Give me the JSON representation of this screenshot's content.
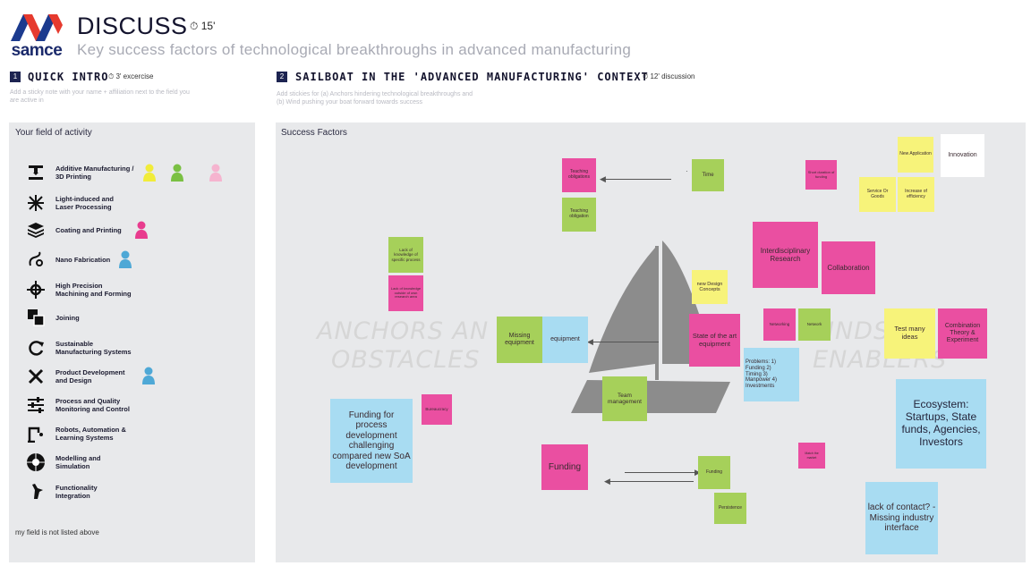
{
  "header": {
    "logo_text": "samce",
    "title": "DISCUSS",
    "timer": "15'",
    "subtitle": "Key success factors of technological breakthroughs in advanced manufacturing"
  },
  "steps": [
    {
      "number": "1",
      "title": "QUICK INTRO",
      "timer": "3' excercise",
      "hint_line1": "Add a sticky note with your name + affiliation next to the field you",
      "hint_line2": "are active in"
    },
    {
      "number": "2",
      "title": "SAILBOAT IN THE 'ADVANCED MANUFACTURING' CONTEXT",
      "timer": "12' discussion",
      "hint_line1": "Add stickies for (a) Anchors hindering technological breakthroughs and",
      "hint_line2": "(b) Wind pushing your boat forward towards success"
    }
  ],
  "field_panel": {
    "title": "Your field of activity",
    "fields": [
      {
        "label1": "Additive Manufacturing /",
        "label2": "3D Printing",
        "icon": "3d-printer-icon"
      },
      {
        "label1": "Light-induced and",
        "label2": "Laser Processing",
        "icon": "laser-icon"
      },
      {
        "label1": "Coating and Printing",
        "label2": "",
        "icon": "layers-icon"
      },
      {
        "label1": "Nano Fabrication",
        "label2": "",
        "icon": "nano-icon"
      },
      {
        "label1": "High Precision",
        "label2": "Machining and Forming",
        "icon": "crosshair-icon"
      },
      {
        "label1": "Joining",
        "label2": "",
        "icon": "joining-icon"
      },
      {
        "label1": "Sustainable",
        "label2": "Manufacturing Systems",
        "icon": "recycle-icon"
      },
      {
        "label1": "Product Development",
        "label2": "and Design",
        "icon": "tools-icon"
      },
      {
        "label1": "Process and Quality",
        "label2": "Monitoring and Control",
        "icon": "sliders-icon"
      },
      {
        "label1": "Robots, Automation &",
        "label2": "Learning Systems",
        "icon": "robot-arm-icon"
      },
      {
        "label1": "Modelling and",
        "label2": "Simulation",
        "icon": "globe-icon"
      },
      {
        "label1": "Functionality",
        "label2": "Integration",
        "icon": "hand-icon"
      }
    ],
    "footer": "my field is not listed above"
  },
  "colors": {
    "yellow": "#f7f37a",
    "green": "#a6d05a",
    "pink": "#ea4fa1",
    "blue": "#a8dcf2",
    "navy": "#1d2451"
  },
  "board": {
    "title": "Success Factors",
    "watermark_left1": "ANCHORS AN",
    "watermark_left2": "OBSTACLES",
    "watermark_right1": "INDS",
    "watermark_right2": "ENABLERS",
    "notes": {
      "teaching_obligations": "Teaching obligations",
      "teaching_obligation": "Teaching obligation",
      "time": "Time",
      "dot": "·",
      "short_term_funding": "Short duration of funding",
      "new_application": "New Application",
      "innovation": "Innovation",
      "service_goods": "Service Or Goods",
      "increase_efficiency": "Increase of efficiency",
      "interdisciplinary": "Interdisciplinary Research",
      "collaboration": "Collaboration",
      "new_design": "new Design Concepts",
      "lack_knowledge": "Lack of knowledge of specific process",
      "knowledge_outside": "Lack of knowledge outside of own research area",
      "missing_equipment": "Missing equipment",
      "equipment": "equipment",
      "state_of_art": "State of the art equipment",
      "networking": "Networking",
      "network": "Network",
      "test_many_ideas": "Test many ideas",
      "combination": "Combination Theory & Experiment",
      "problems": "Problems:   1)\nFunding       2)\nTiming        3)\nManpower     4)\nInvestments",
      "team_management": "Team management",
      "bureaucracy": "Bureaucracy",
      "funding_process": "Funding for process development challenging compared new SoA development",
      "ecosystem": "Ecosystem: Startups, State funds, Agencies, Investors",
      "funding_big": "Funding",
      "funding_small": "Funding",
      "persistence": "Persistence",
      "market": "Match the market",
      "lack_contact": "lack of contact? - Missing industry interface"
    }
  }
}
